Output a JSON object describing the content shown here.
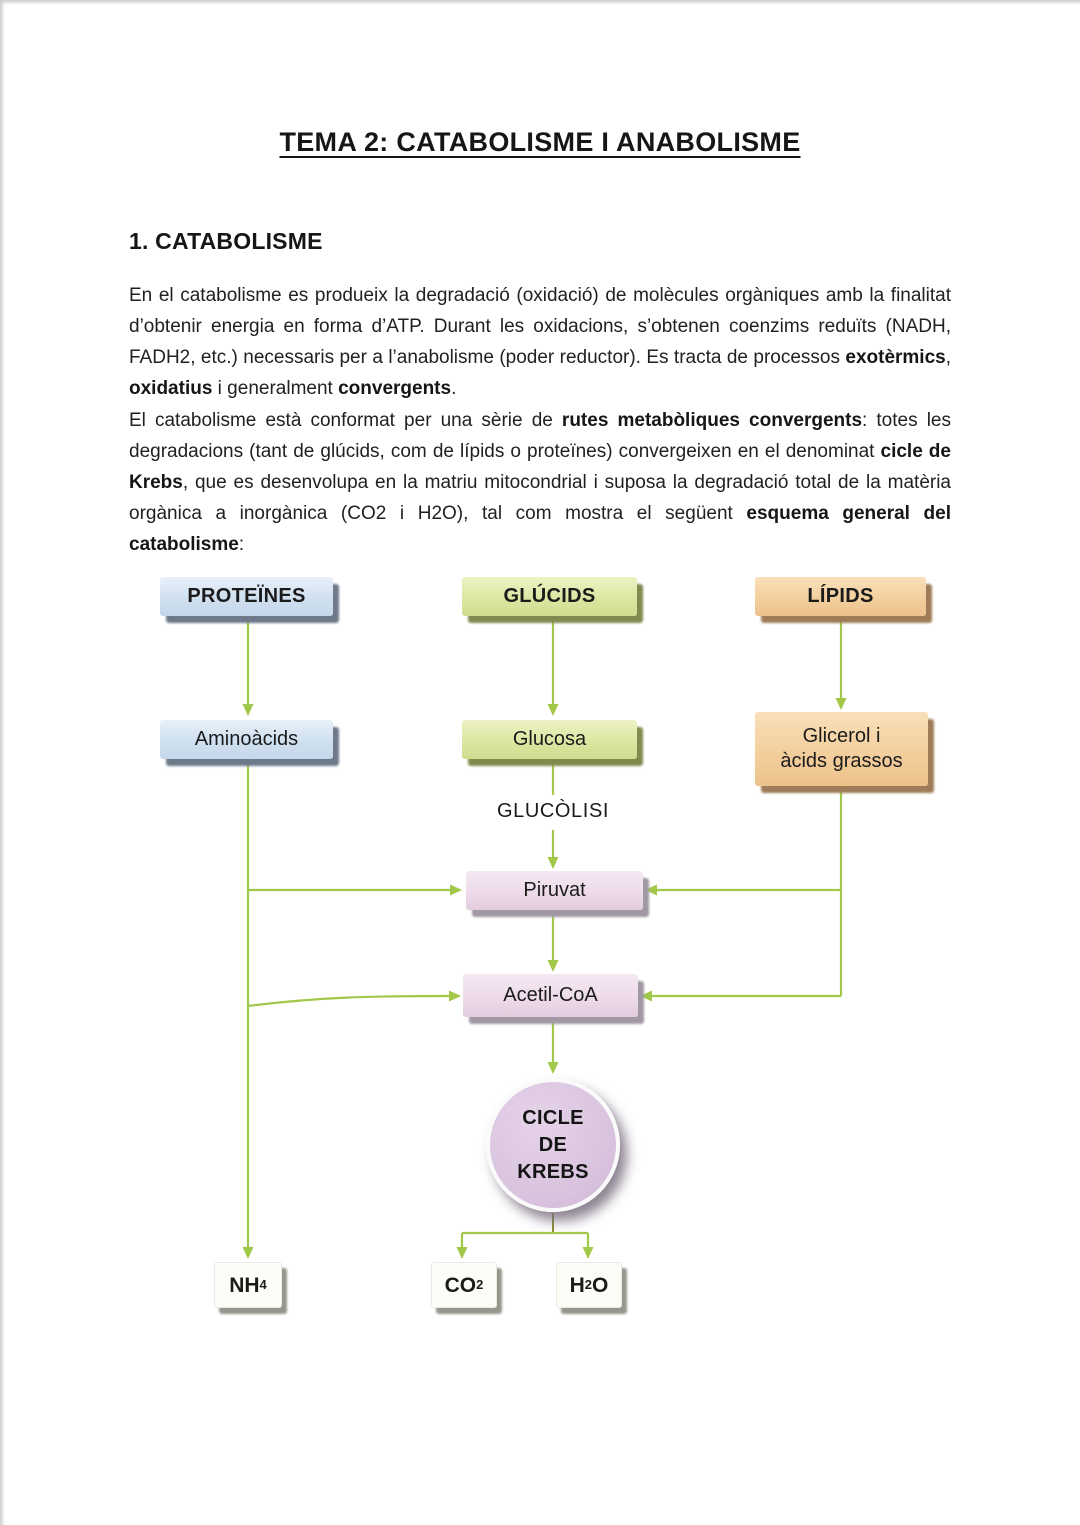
{
  "page": {
    "title": "TEMA 2: CATABOLISME I ANABOLISME",
    "section_heading": "1. CATABOLISME"
  },
  "paragraphs": [
    {
      "runs": [
        {
          "text": "En el catabolisme es produeix la degradació (oxidació) de molècules orgàniques amb la finalitat d’obtenir energia en forma d’ATP. Durant les oxidacions, s’obtenen coenzims reduïts (NADH, FADH2, etc.) necessaris per a l’anabolisme (poder reductor). Es tracta de processos "
        },
        {
          "text": "exotèrmics",
          "bold": true
        },
        {
          "text": ", "
        },
        {
          "text": "oxidatius",
          "bold": true
        },
        {
          "text": " i generalment "
        },
        {
          "text": "convergents",
          "bold": true
        },
        {
          "text": "."
        }
      ]
    },
    {
      "runs": [
        {
          "text": "El catabolisme està conformat per una sèrie de "
        },
        {
          "text": "rutes metabòliques convergents",
          "bold": true
        },
        {
          "text": ": totes les degradacions (tant de glúcids, com de lípids o proteïnes) convergeixen en el denominat "
        },
        {
          "text": "cicle de Krebs",
          "bold": true
        },
        {
          "text": ", que es desenvolupa en la matriu mitocondrial i suposa la degradació total de la matèria orgànica a inorgànica (CO2 i H2O), tal com mostra el següent "
        },
        {
          "text": "esquema general del catabolisme",
          "bold": true
        },
        {
          "text": ":"
        }
      ]
    }
  ],
  "diagram": {
    "nodes": {
      "proteines": {
        "label": "PROTEÏNES"
      },
      "glucids": {
        "label": "GLÚCIDS"
      },
      "lipids": {
        "label": "LÍPIDS"
      },
      "aminoacids": {
        "label": "Aminoàcids"
      },
      "glucosa": {
        "label": "Glucosa"
      },
      "glicerol": {
        "label": "Glicerol i\nàcids grassos"
      },
      "glucolisi": {
        "label": "GLUCÒLISI"
      },
      "piruvat": {
        "label": "Piruvat"
      },
      "acetilcoa": {
        "label": "Acetil-CoA"
      },
      "krebs": {
        "label": "CICLE\nDE\nKREBS"
      },
      "nh4": {
        "runs": [
          {
            "text": "NH"
          },
          {
            "text": "4",
            "sub": true
          }
        ]
      },
      "co2": {
        "runs": [
          {
            "text": "CO"
          },
          {
            "text": "2",
            "sub": true
          }
        ]
      },
      "h2o": {
        "runs": [
          {
            "text": "H"
          },
          {
            "text": "2",
            "sub": true
          },
          {
            "text": "O"
          }
        ]
      }
    },
    "colors": {
      "arrow_green": "#a2c84a",
      "stem_olive": "#8a8d35",
      "box_blue": "#cfe0f0",
      "box_green": "#dde6a2",
      "box_orange": "#f3cf9e",
      "box_pink": "#eddbea",
      "box_white": "#fdfdf8",
      "circle_lavender": "#d8c2dd"
    }
  }
}
